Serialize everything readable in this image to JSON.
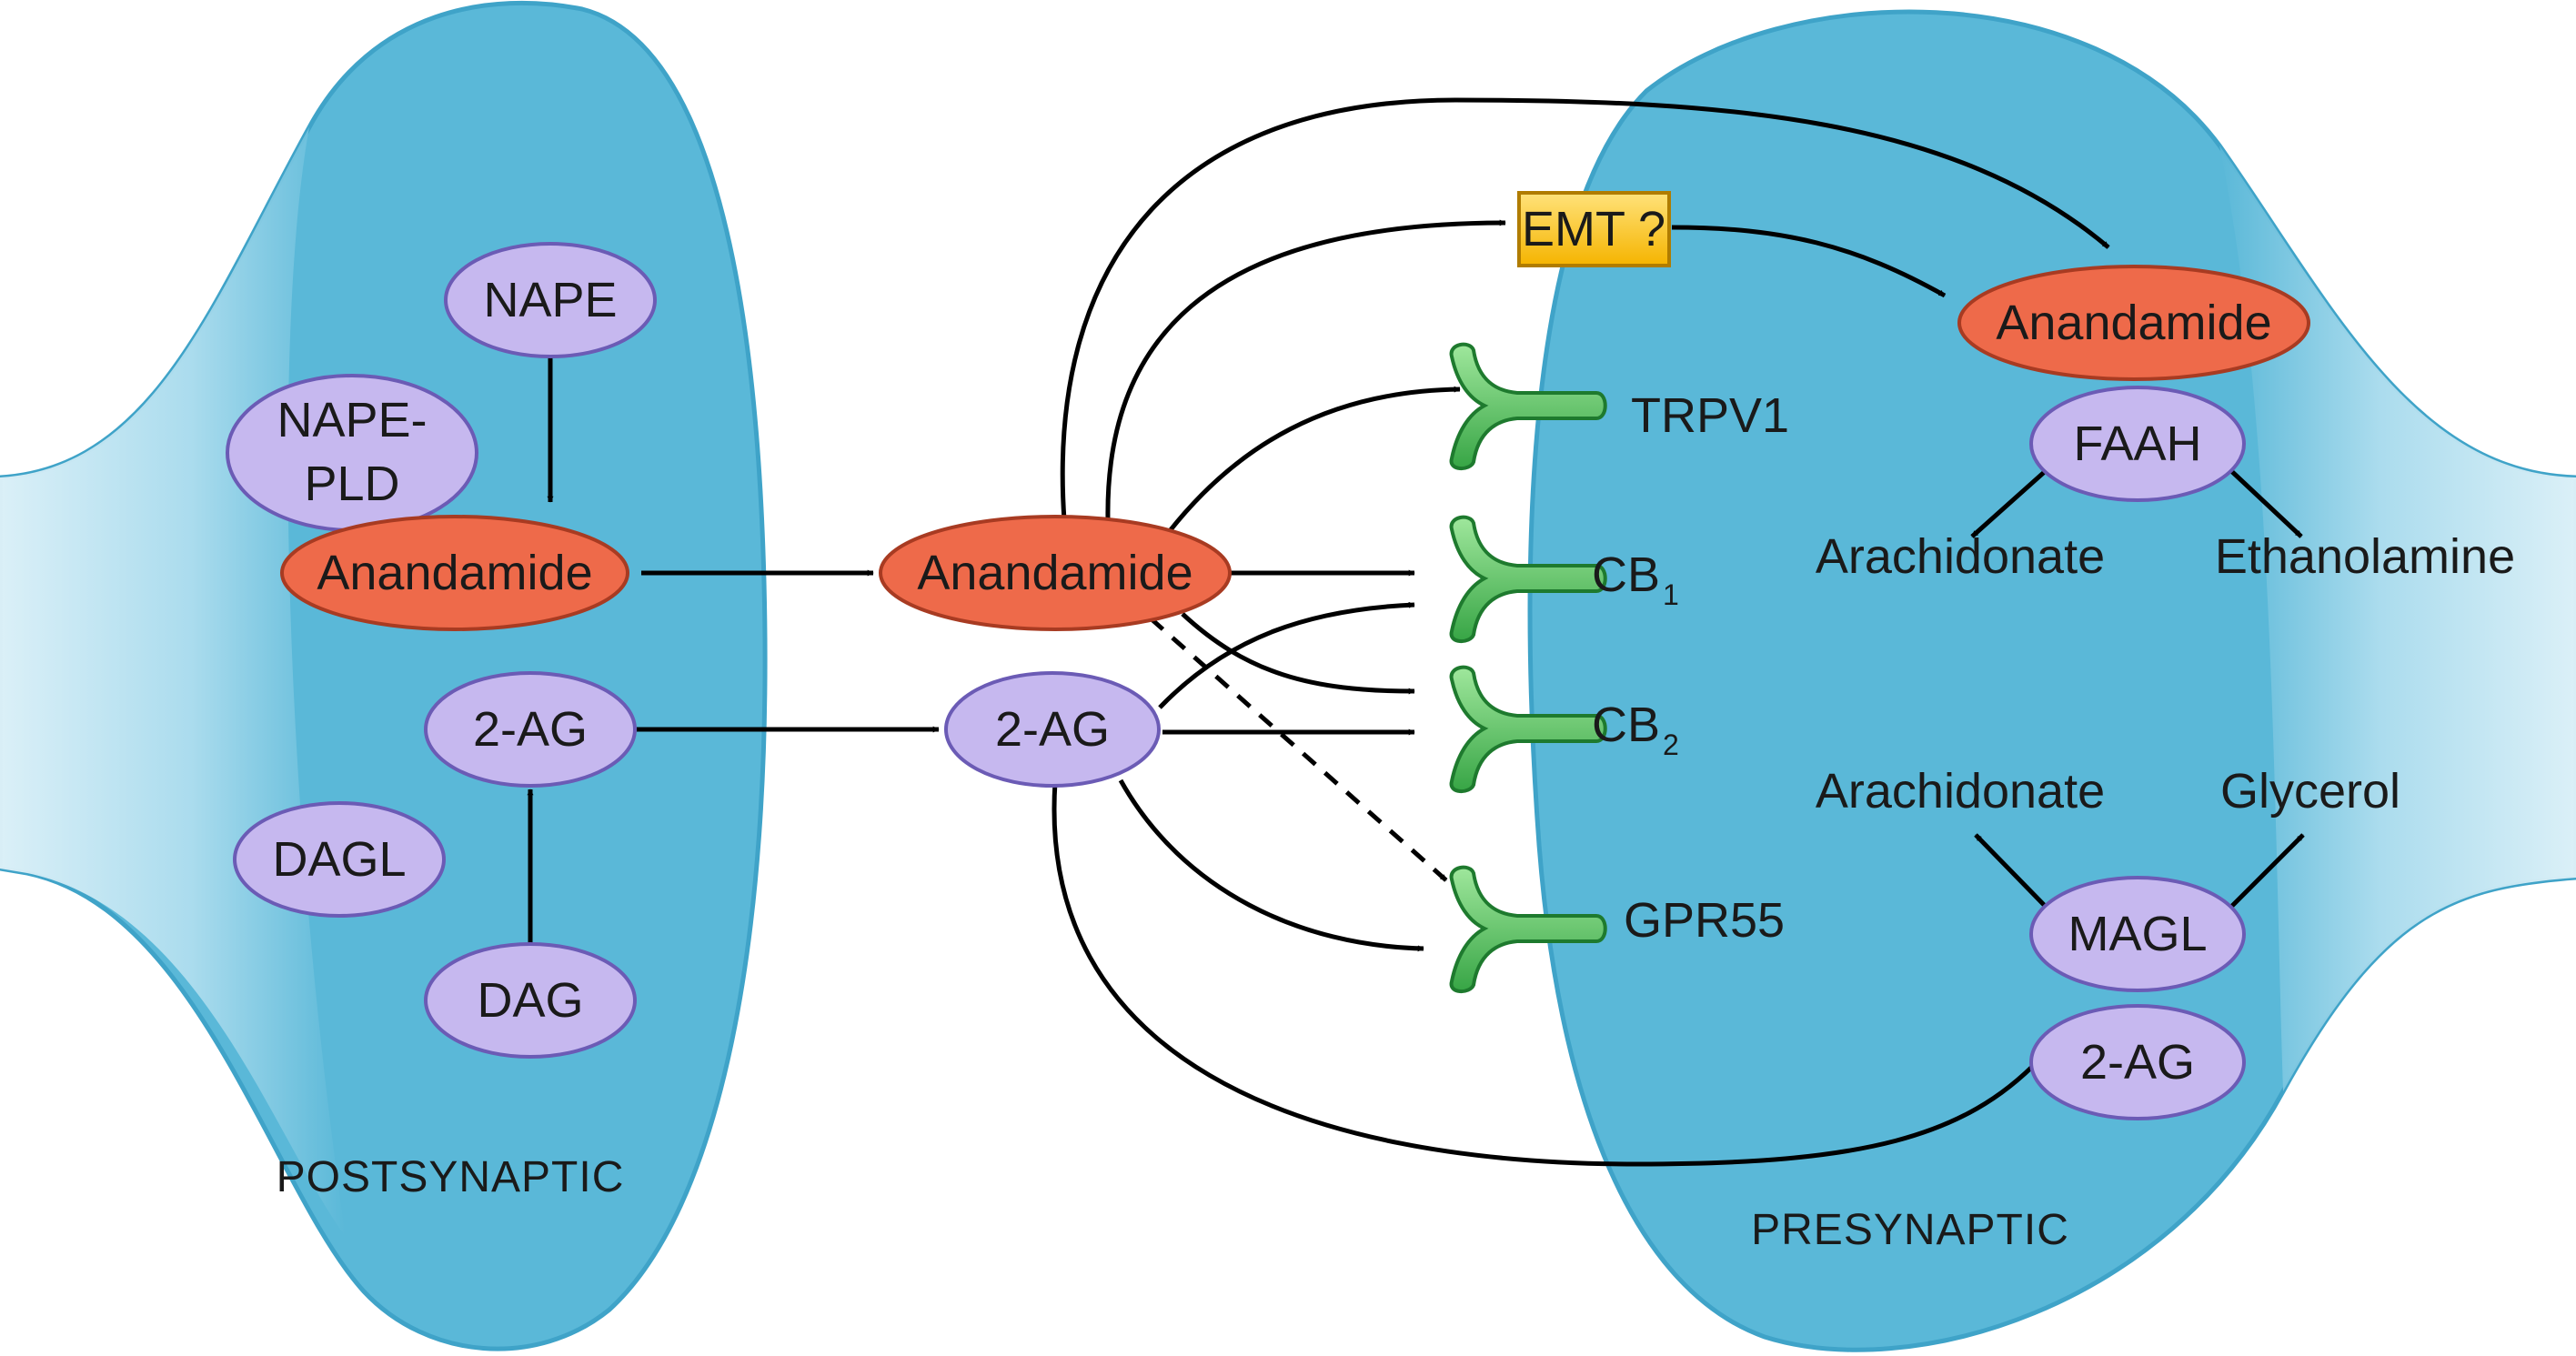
{
  "colors": {
    "cell_fill": "#5ab8d8",
    "cell_light": "#e8f5fb",
    "cell_border": "#45a8cc",
    "anandamide": "#ee6a4a",
    "enzyme_lilac": "#c6b8ef",
    "receptor_green": "#5cc45e",
    "emt_box": "#ffcf3a"
  },
  "postsynaptic": {
    "region_label": "POSTSYNAPTIC",
    "nape": "NAPE",
    "nape_pld": [
      "NAPE-",
      "PLD"
    ],
    "anandamide": "Anandamide",
    "two_ag": "2-AG",
    "dagl": "DAGL",
    "dag": "DAG"
  },
  "synapse": {
    "anandamide": "Anandamide",
    "two_ag": "2-AG"
  },
  "presynaptic": {
    "region_label": "PRESYNAPTIC",
    "emt": "EMT ?",
    "anandamide": "Anandamide",
    "faah": "FAAH",
    "faah_products": [
      "Arachidonate",
      "Ethanolamine"
    ],
    "magl": "MAGL",
    "magl_products": [
      "Arachidonate",
      "Glycerol"
    ],
    "two_ag": "2-AG",
    "receptors": [
      {
        "name": "TRPV1",
        "subscript": ""
      },
      {
        "name": "CB",
        "subscript": "1"
      },
      {
        "name": "CB",
        "subscript": "2"
      },
      {
        "name": "GPR55",
        "subscript": ""
      }
    ]
  }
}
